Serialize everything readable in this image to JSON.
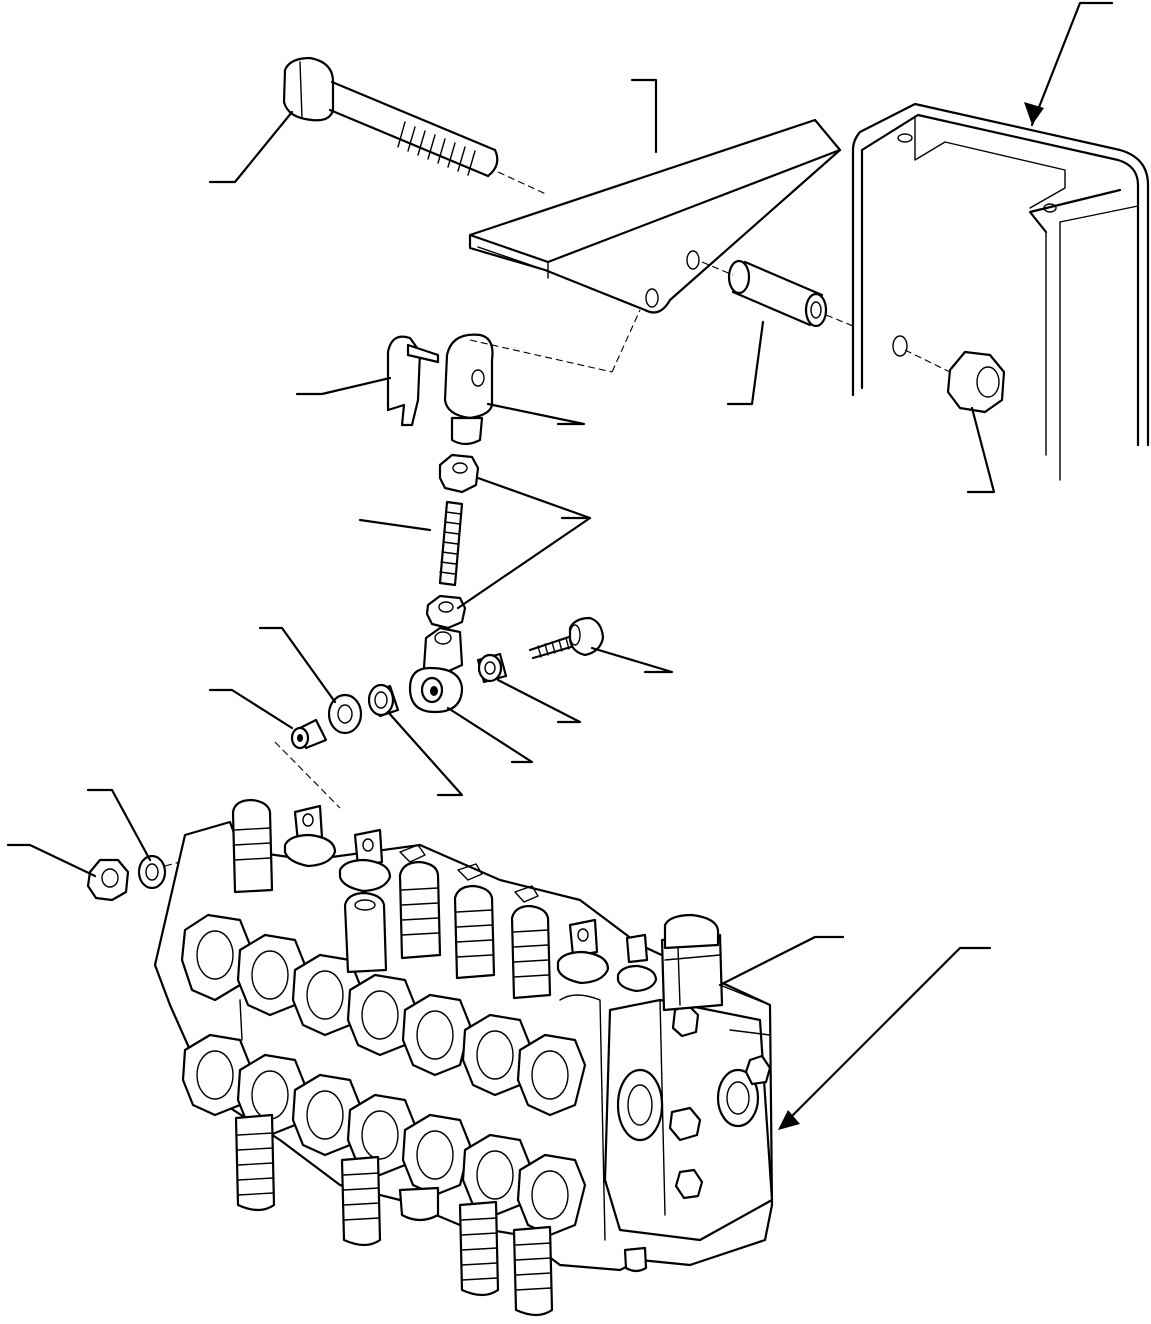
{
  "diagram": {
    "type": "exploded-parts-view",
    "parts": [
      "control-valve-bank",
      "mounting-bracket",
      "long-bolt",
      "spacer-tube",
      "frame-panel",
      "hex-nut",
      "clevis",
      "retaining-clip",
      "threaded-rod",
      "jam-nuts",
      "ball-joint",
      "socket-screw",
      "bushings",
      "washers",
      "pin",
      "flange-nut"
    ]
  }
}
